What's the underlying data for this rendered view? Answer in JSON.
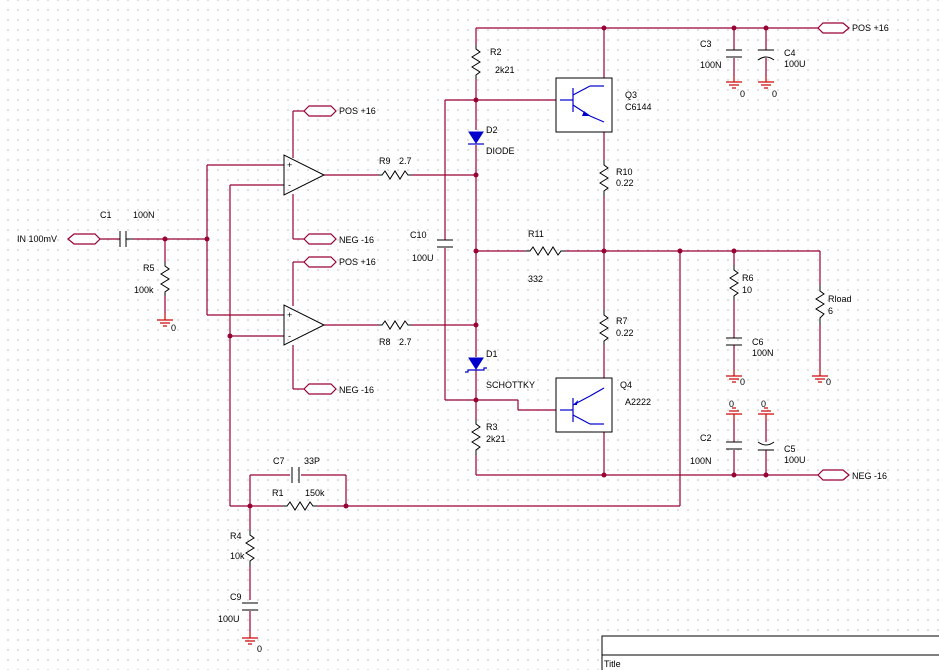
{
  "ports": {
    "in": "IN 100mV",
    "pos_top": "POS +16",
    "pos_u1": "POS +16",
    "neg_u1": "NEG -16",
    "pos_u2": "POS +16",
    "neg_u2": "NEG -16",
    "neg_bottom": "NEG -16"
  },
  "components": {
    "c1": {
      "ref": "C1",
      "value": "100N"
    },
    "r5": {
      "ref": "R5",
      "value": "100k"
    },
    "r9": {
      "ref": "R9",
      "value": "2.7"
    },
    "r8": {
      "ref": "R8",
      "value": "2.7"
    },
    "r2": {
      "ref": "R2",
      "value": "2k21"
    },
    "r3": {
      "ref": "R3",
      "value": "2k21"
    },
    "d2": {
      "ref": "D2",
      "value": "DIODE"
    },
    "d1": {
      "ref": "D1",
      "value": "SCHOTTKY"
    },
    "c10": {
      "ref": "C10",
      "value": "100U"
    },
    "q3": {
      "ref": "Q3",
      "value": "C6144"
    },
    "q4": {
      "ref": "Q4",
      "value": "A2222"
    },
    "r10": {
      "ref": "R10",
      "value": "0.22"
    },
    "r7": {
      "ref": "R7",
      "value": "0.22"
    },
    "r11": {
      "ref": "R11",
      "value": "332"
    },
    "c3": {
      "ref": "C3",
      "value": "100N"
    },
    "c4": {
      "ref": "C4",
      "value": "100U"
    },
    "r6": {
      "ref": "R6",
      "value": "10"
    },
    "c6": {
      "ref": "C6",
      "value": "100N"
    },
    "rload": {
      "ref": "Rload",
      "value": "6"
    },
    "c2": {
      "ref": "C2",
      "value": "100N"
    },
    "c5": {
      "ref": "C5",
      "value": "100U"
    },
    "c7": {
      "ref": "C7",
      "value": "33P"
    },
    "r1": {
      "ref": "R1",
      "value": "150k"
    },
    "r4": {
      "ref": "R4",
      "value": "10k"
    },
    "c9": {
      "ref": "C9",
      "value": "100U"
    }
  },
  "grounds": {
    "r5": "0",
    "c3": "0",
    "c4": "0",
    "c6": "0",
    "rload": "0",
    "c2": "0",
    "c5": "0",
    "c9": "0"
  },
  "opamp": {
    "plus": "+",
    "minus": "-"
  },
  "title_block": {
    "label": "Title"
  }
}
